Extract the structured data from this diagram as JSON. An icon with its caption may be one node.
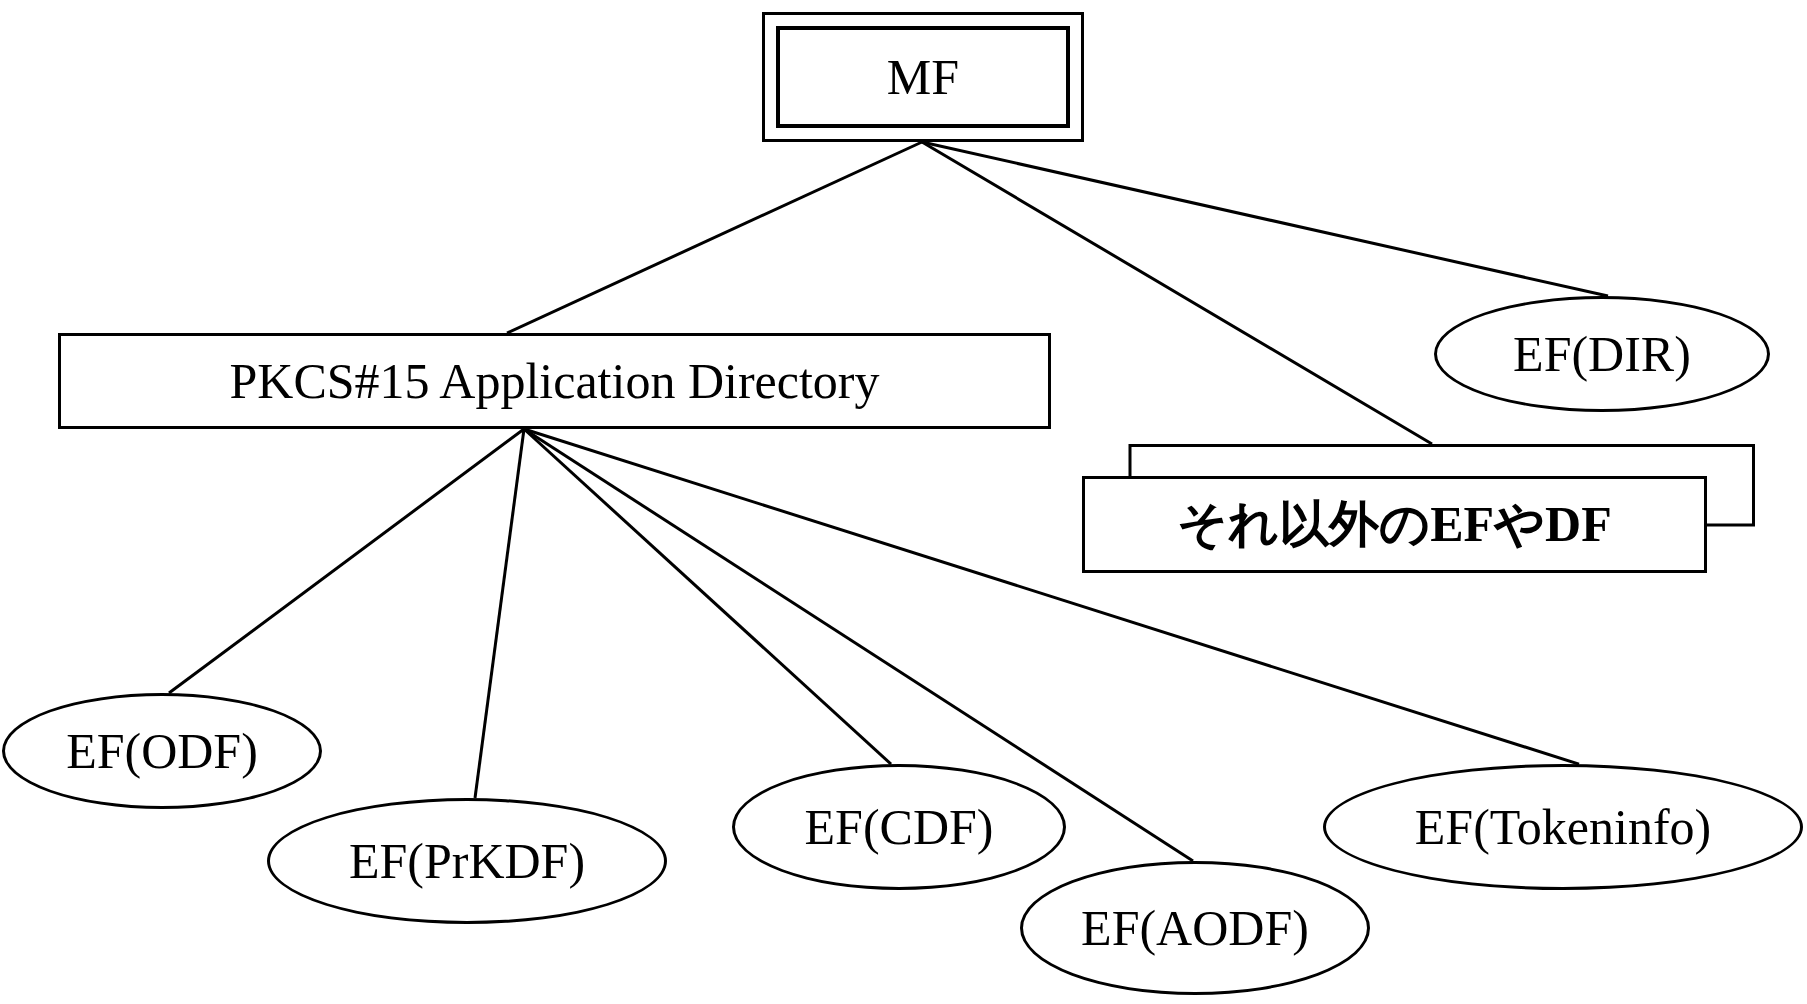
{
  "diagram": {
    "nodes": [
      {
        "text": [
          "MF"
        ]
      },
      {
        "text": [
          "PKCS#15 Application Directory"
        ]
      },
      {
        "text": [
          "EF(DIR)"
        ]
      },
      {
        "text": [
          "それ以外のEFやDF"
        ]
      },
      {
        "text": [
          "EF(ODF)"
        ]
      },
      {
        "text": [
          "EF(PrKDF)"
        ]
      },
      {
        "text": [
          "EF(CDF)"
        ]
      },
      {
        "text": [
          "EF(AODF)"
        ]
      },
      {
        "text": [
          "EF(Tokeninfo)"
        ]
      }
    ],
    "edges": [
      {
        "from": 0,
        "to": 1,
        "arrow": "none"
      },
      {
        "from": 0,
        "to": 3,
        "arrow": "none"
      },
      {
        "from": 0,
        "to": 2,
        "arrow": "none"
      },
      {
        "from": 1,
        "to": 4,
        "arrow": "none"
      },
      {
        "from": 1,
        "to": 5,
        "arrow": "none"
      },
      {
        "from": 1,
        "to": 6,
        "arrow": "none"
      },
      {
        "from": 1,
        "to": 7,
        "arrow": "none"
      },
      {
        "from": 1,
        "to": 8,
        "arrow": "none"
      }
    ]
  }
}
